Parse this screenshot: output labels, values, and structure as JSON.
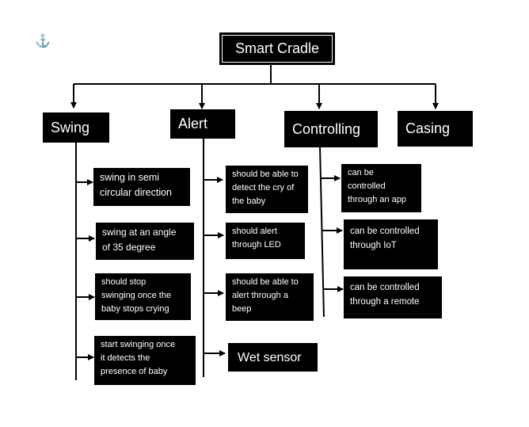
{
  "anchor_icon": "⚓",
  "root": {
    "label": "Smart Cradle"
  },
  "categories": [
    {
      "label": "Swing"
    },
    {
      "label": "Alert"
    },
    {
      "label": "Controlling"
    },
    {
      "label": "Casing"
    }
  ],
  "swing_items": [
    "swing in semi\ncircular direction",
    "swing at  an angle\nof 35 degree",
    "should stop\nswinging once the\nbaby stops crying",
    "start swinging once\nit detects the\npresence of baby"
  ],
  "alert_items": [
    "should be able to\ndetect the cry of\nthe baby",
    "should alert\nthrough LED",
    "should be able to\nalert through a\nbeep",
    "Wet sensor"
  ],
  "controlling_items": [
    " can be\ncontrolled\nthrough  an app",
    " can be controlled\nthrough IoT",
    " can be controlled\nthrough a remote"
  ],
  "colors": {
    "box_bg": "#000000",
    "box_text": "#ffffff",
    "line": "#000000",
    "anchor": "#2b7bbf"
  }
}
